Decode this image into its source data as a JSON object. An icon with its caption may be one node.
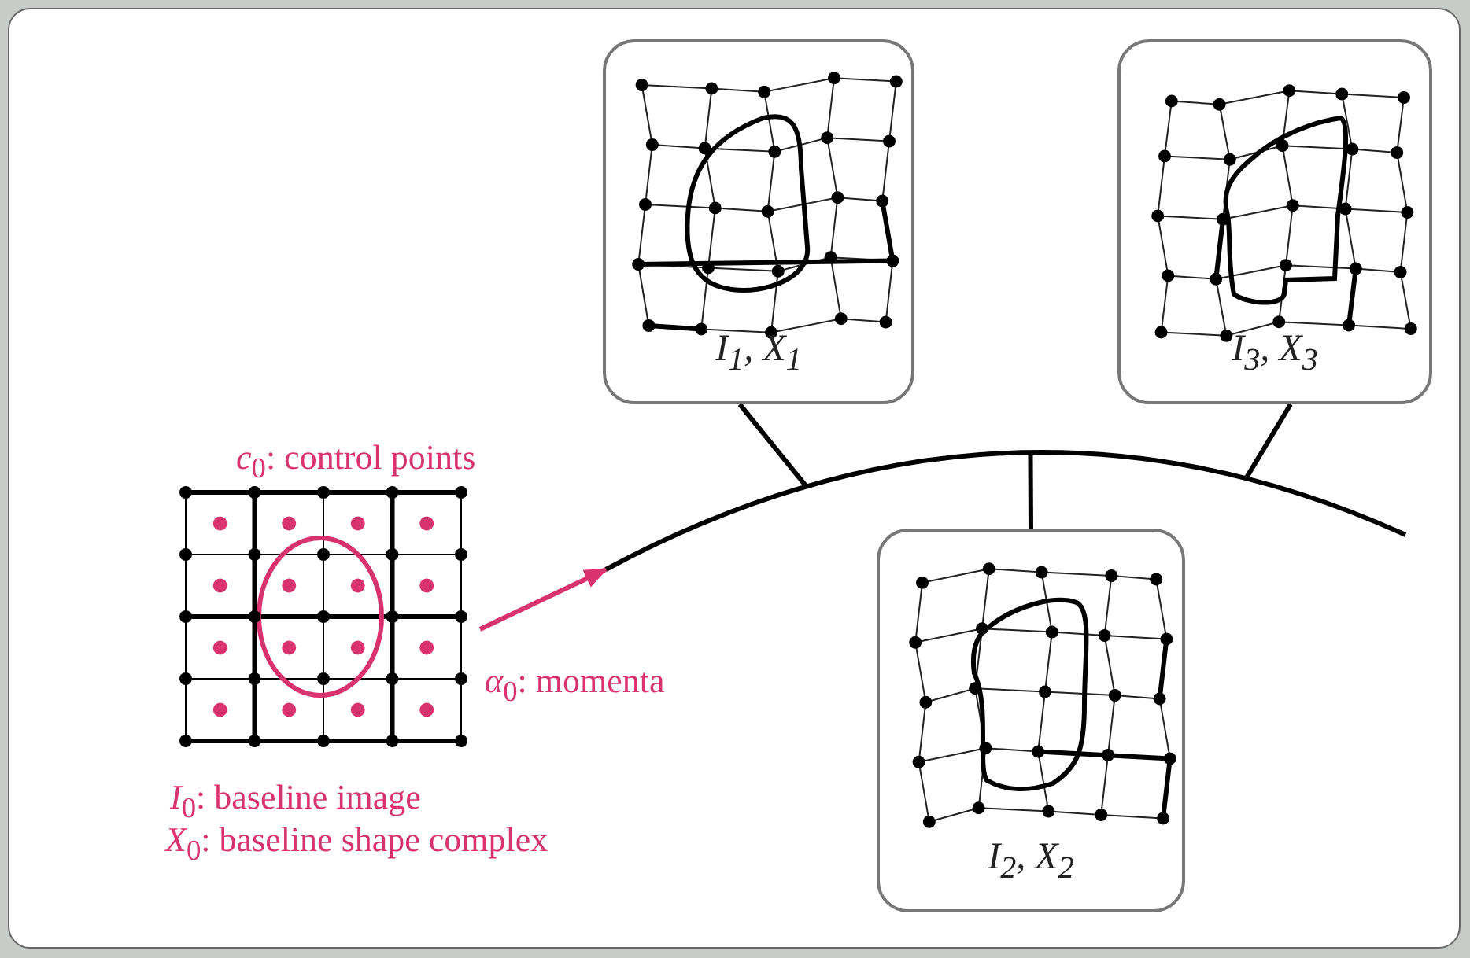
{
  "diagram": {
    "nodes": [
      {
        "text": [],
        "shape": "picture",
        "beside": [
          "*c*$_{0}$: control points",
          "*I*$_{0}$: baseline image",
          "*X*$_{0}$: baseline shape complex"
        ]
      },
      {
        "text": [],
        "shape": "curve"
      },
      {
        "text": [
          "I$_{1}$, X$_{1}$"
        ]
      },
      {
        "text": [
          "I$_{3}$, X$_{3}$"
        ]
      },
      {
        "text": [
          "I$_{2}$, X$_{2}$"
        ]
      }
    ],
    "edges": [
      {
        "from": 0,
        "to": 1,
        "arrow": "to",
        "label": "*α*$_{0}$: momenta",
        "color": "#d9336f"
      },
      {
        "from": 2,
        "to": 1,
        "arrow": "none"
      },
      {
        "from": 3,
        "to": 1,
        "arrow": "none"
      },
      {
        "from": 4,
        "to": 1,
        "arrow": "none"
      }
    ]
  }
}
